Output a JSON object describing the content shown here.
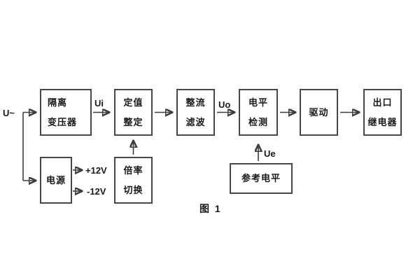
{
  "figure": {
    "caption": "图 1"
  },
  "colors": {
    "background": "#ffffff",
    "line": "#3d3d3d",
    "box_border": "#474747",
    "text": "#1a1a1a"
  },
  "blocks": {
    "isolation_transformer": {
      "lines": [
        "隔离",
        "变压器"
      ]
    },
    "value_setting": {
      "lines": [
        "定值",
        "整定"
      ]
    },
    "rectifier_filter": {
      "lines": [
        "整流",
        "滤波"
      ]
    },
    "level_detection": {
      "lines": [
        "电平",
        "检测"
      ]
    },
    "drive": {
      "lines": [
        "驱动"
      ]
    },
    "output_relay": {
      "lines": [
        "出口",
        "继电器"
      ]
    },
    "power_supply": {
      "lines": [
        "电源"
      ]
    },
    "ratio_switch": {
      "lines": [
        "倍率",
        "切换"
      ]
    },
    "reference_level": {
      "lines": [
        "参考电平"
      ]
    }
  },
  "labels": {
    "input": "U~",
    "ui": "Ui",
    "uo": "Uo",
    "ue": "Ue",
    "rail_positive": "+12V",
    "rail_negative": "-12V"
  },
  "connections": [
    {
      "from": "input",
      "to": "isolation_transformer",
      "label": "U~"
    },
    {
      "from": "input",
      "to": "power_supply"
    },
    {
      "from": "isolation_transformer",
      "to": "value_setting",
      "label": "Ui"
    },
    {
      "from": "value_setting",
      "to": "rectifier_filter"
    },
    {
      "from": "rectifier_filter",
      "to": "level_detection",
      "label": "Uo"
    },
    {
      "from": "level_detection",
      "to": "drive"
    },
    {
      "from": "drive",
      "to": "output_relay"
    },
    {
      "from": "ratio_switch",
      "to": "value_setting"
    },
    {
      "from": "reference_level",
      "to": "level_detection",
      "label": "Ue"
    },
    {
      "from": "power_supply",
      "to": "rail_positive",
      "label": "+12V"
    },
    {
      "from": "power_supply",
      "to": "rail_negative",
      "label": "-12V"
    }
  ]
}
